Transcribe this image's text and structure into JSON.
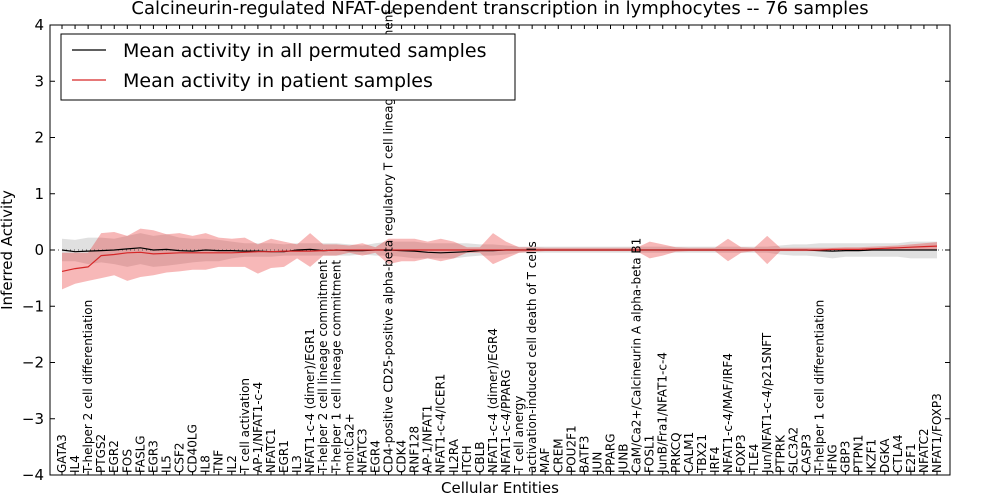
{
  "chart_data": {
    "type": "line",
    "title": "Calcineurin-regulated NFAT-dependent transcription in lymphocytes -- 76 samples",
    "xlabel": "Cellular Entities",
    "ylabel": "Inferred Activity",
    "ylim": [
      -4,
      4
    ],
    "yticks": [
      -4,
      -3,
      -2,
      -1,
      0,
      1,
      2,
      3,
      4
    ],
    "ytick_labels": [
      "−4",
      "−3",
      "−2",
      "−1",
      "0",
      "1",
      "2",
      "3",
      "4"
    ],
    "grid": false,
    "legend_position": "upper left",
    "categories": [
      "GATA3",
      "IL4",
      "T-helper 2 cell differentiation",
      "PTGS2",
      "EGR2",
      "FOS",
      "FASLG",
      "EGR3",
      "IL5",
      "CSF2",
      "CD40LG",
      "IL8",
      "TNF",
      "IL2",
      "T cell activation",
      "AP-1/NFAT1-c-4",
      "NFATC1",
      "EGR1",
      "IL3",
      "NFAT1-c-4 (dimer)/EGR1",
      "T-helper 2 cell lineage commitment",
      "T-helper 1 cell lineage commitment",
      "mol:Ca2+",
      "NFATC3",
      "EGR4",
      "CD4-positive CD25-positive alpha-beta regulatory T cell lineage commitment",
      "CDK4",
      "RNF128",
      "AP-1/NFAT1",
      "NFAT1-c-4/ICER1",
      "IL2RA",
      "ITCH",
      "CBLB",
      "NFAT1-c-4 (dimer)/EGR4",
      "NFAT1-c-4/PPARG",
      "T cell anergy",
      "activation-induced cell death of T cells",
      "MAF",
      "CREM",
      "POU2F1",
      "BATF3",
      "JUN",
      "PPARG",
      "JUNB",
      "CaM/Ca2+/Calcineurin A alpha-beta B1",
      "FOSL1",
      "JunB/Fra1/NFAT1-c-4",
      "PRKCQ",
      "CALM1",
      "TBX21",
      "IRF4",
      "NFAT1-c-4/MAF/IRF4",
      "FOXP3",
      "TLE4",
      "Jun/NFAT1-c-4/p21SNFT",
      "PTPRK",
      "SLC3A2",
      "CASP3",
      "T-helper 1 cell differentiation",
      "IFNG",
      "GBP3",
      "PTPN1",
      "IKZF1",
      "DGKA",
      "CTLA4",
      "E2F1",
      "NFATC2",
      "NFAT1/FOXP3"
    ],
    "series": [
      {
        "name": "Mean activity in all permuted samples",
        "color": "#000000",
        "values": [
          0.0,
          -0.03,
          -0.02,
          -0.01,
          0.0,
          0.02,
          0.04,
          0.0,
          0.01,
          -0.01,
          -0.02,
          0.0,
          -0.01,
          -0.01,
          -0.02,
          -0.02,
          -0.03,
          -0.03,
          0.0,
          0.01,
          -0.01,
          0.0,
          -0.01,
          -0.01,
          0.0,
          0.0,
          -0.01,
          -0.02,
          -0.04,
          -0.05,
          -0.04,
          -0.03,
          -0.01,
          -0.01,
          0.0,
          0.0,
          0.0,
          0.0,
          0.0,
          0.0,
          0.0,
          0.0,
          0.0,
          0.0,
          0.0,
          0.0,
          0.0,
          0.0,
          0.0,
          0.0,
          0.0,
          0.0,
          0.0,
          0.0,
          0.0,
          0.0,
          0.0,
          0.0,
          -0.01,
          -0.02,
          -0.01,
          -0.01,
          0.0,
          0.0,
          0.0,
          0.0,
          0.0,
          0.0
        ],
        "band_lower": [
          -0.2,
          -0.2,
          -0.25,
          -0.22,
          -0.25,
          -0.3,
          -0.25,
          -0.3,
          -0.28,
          -0.25,
          -0.22,
          -0.2,
          -0.2,
          -0.15,
          -0.12,
          -0.12,
          -0.12,
          -0.1,
          -0.1,
          -0.1,
          -0.1,
          -0.1,
          -0.1,
          -0.08,
          -0.1,
          -0.1,
          -0.12,
          -0.15,
          -0.15,
          -0.15,
          -0.15,
          -0.12,
          -0.1,
          -0.1,
          -0.08,
          -0.05,
          -0.05,
          -0.05,
          -0.05,
          -0.05,
          -0.05,
          -0.05,
          -0.05,
          -0.05,
          -0.05,
          -0.05,
          -0.05,
          -0.05,
          -0.05,
          -0.05,
          -0.05,
          -0.05,
          -0.05,
          -0.05,
          -0.05,
          -0.08,
          -0.1,
          -0.1,
          -0.12,
          -0.15,
          -0.12,
          -0.12,
          -0.12,
          -0.12,
          -0.12,
          -0.15,
          -0.15,
          -0.15
        ],
        "band_upper": [
          0.2,
          0.18,
          0.22,
          0.22,
          0.2,
          0.25,
          0.3,
          0.25,
          0.28,
          0.22,
          0.2,
          0.2,
          0.18,
          0.15,
          0.12,
          0.12,
          0.12,
          0.1,
          0.12,
          0.12,
          0.12,
          0.12,
          0.1,
          0.08,
          0.12,
          0.15,
          0.15,
          0.15,
          0.12,
          0.12,
          0.12,
          0.12,
          0.1,
          0.1,
          0.08,
          0.06,
          0.06,
          0.06,
          0.06,
          0.06,
          0.06,
          0.06,
          0.06,
          0.06,
          0.06,
          0.06,
          0.06,
          0.06,
          0.06,
          0.06,
          0.06,
          0.06,
          0.06,
          0.06,
          0.06,
          0.08,
          0.1,
          0.1,
          0.12,
          0.12,
          0.12,
          0.12,
          0.12,
          0.12,
          0.12,
          0.15,
          0.15,
          0.15
        ]
      },
      {
        "name": "Mean activity in patient samples",
        "color": "#d62728",
        "values": [
          -0.38,
          -0.33,
          -0.3,
          -0.1,
          -0.08,
          -0.05,
          -0.04,
          -0.07,
          -0.06,
          -0.05,
          -0.05,
          -0.05,
          -0.05,
          -0.05,
          -0.04,
          -0.03,
          -0.03,
          -0.02,
          -0.02,
          -0.02,
          -0.01,
          0.0,
          0.0,
          0.0,
          0.0,
          0.0,
          0.0,
          0.0,
          0.0,
          0.0,
          0.0,
          0.0,
          0.0,
          0.0,
          0.0,
          0.0,
          0.0,
          0.0,
          0.0,
          0.0,
          0.0,
          0.0,
          0.0,
          0.0,
          0.0,
          0.0,
          0.0,
          0.0,
          0.0,
          0.0,
          0.0,
          0.0,
          0.0,
          0.0,
          0.0,
          0.0,
          0.0,
          0.0,
          0.0,
          0.01,
          0.01,
          0.01,
          0.02,
          0.03,
          0.04,
          0.05,
          0.06,
          0.07
        ],
        "band_lower": [
          -0.7,
          -0.6,
          -0.55,
          -0.5,
          -0.45,
          -0.55,
          -0.48,
          -0.45,
          -0.4,
          -0.38,
          -0.35,
          -0.35,
          -0.3,
          -0.3,
          -0.3,
          -0.42,
          -0.32,
          -0.3,
          -0.15,
          -0.3,
          -0.1,
          -0.1,
          -0.05,
          -0.1,
          -0.05,
          -0.25,
          -0.2,
          -0.2,
          -0.15,
          -0.2,
          -0.15,
          -0.05,
          -0.05,
          -0.25,
          -0.15,
          -0.05,
          -0.03,
          -0.02,
          -0.02,
          -0.02,
          -0.02,
          -0.02,
          -0.02,
          -0.02,
          -0.02,
          -0.15,
          -0.1,
          -0.03,
          -0.02,
          -0.02,
          -0.02,
          -0.2,
          -0.05,
          -0.02,
          -0.25,
          -0.02,
          -0.02,
          -0.02,
          -0.02,
          -0.02,
          -0.02,
          -0.02,
          -0.01,
          0.0,
          0.0,
          0.0,
          0.0,
          0.0
        ],
        "band_upper": [
          -0.05,
          -0.05,
          -0.05,
          0.3,
          0.32,
          0.25,
          0.38,
          0.35,
          0.28,
          0.3,
          0.25,
          0.3,
          0.22,
          0.2,
          0.22,
          0.1,
          0.2,
          0.15,
          0.1,
          0.3,
          0.1,
          0.1,
          0.08,
          0.12,
          0.05,
          0.2,
          0.2,
          0.2,
          0.15,
          0.2,
          0.15,
          0.05,
          0.05,
          0.3,
          0.15,
          0.05,
          0.05,
          0.04,
          0.04,
          0.04,
          0.04,
          0.04,
          0.04,
          0.04,
          0.04,
          0.15,
          0.1,
          0.05,
          0.04,
          0.04,
          0.04,
          0.2,
          0.05,
          0.04,
          0.25,
          0.04,
          0.04,
          0.04,
          0.04,
          0.04,
          0.05,
          0.05,
          0.06,
          0.07,
          0.08,
          0.1,
          0.12,
          0.14
        ]
      }
    ]
  }
}
